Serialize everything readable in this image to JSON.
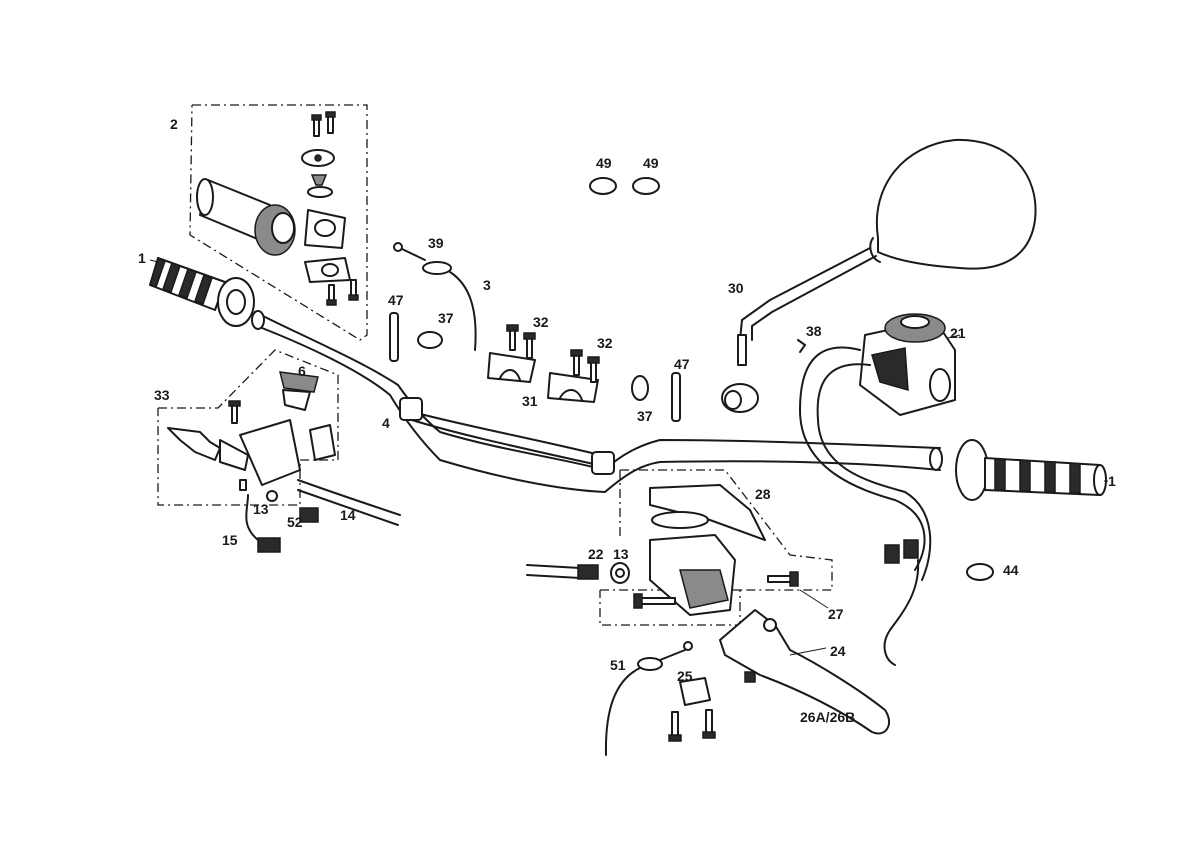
{
  "callouts": {
    "c1_left": "1",
    "c1_right": "1",
    "c2": "2",
    "c3": "3",
    "c4": "4",
    "c6": "6",
    "c13_left": "13",
    "c13_mid": "13",
    "c14": "14",
    "c15": "15",
    "c21": "21",
    "c22": "22",
    "c24": "24",
    "c25": "25",
    "c26": "26A/26B",
    "c27": "27",
    "c28": "28",
    "c30": "30",
    "c31": "31",
    "c32_a": "32",
    "c32_b": "32",
    "c33": "33",
    "c37_a": "37",
    "c37_b": "37",
    "c38": "38",
    "c39": "39",
    "c44": "44",
    "c47_a": "47",
    "c47_b": "47",
    "c49_a": "49",
    "c49_b": "49",
    "c51": "51",
    "c52": "52"
  }
}
